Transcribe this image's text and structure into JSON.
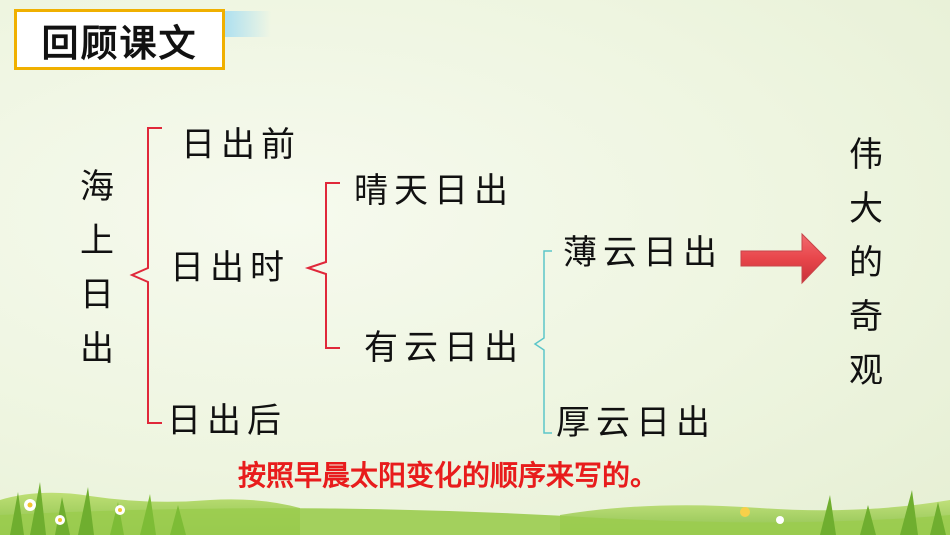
{
  "title": "回顾课文",
  "root": "海上日出",
  "stages": {
    "before": "日出前",
    "during": "日出时",
    "after": "日出后"
  },
  "during_types": {
    "clear": "晴天日出",
    "cloudy": "有云日出"
  },
  "cloudy_types": {
    "thin": "薄云日出",
    "thick": "厚云日出"
  },
  "conclusion": "伟大的奇观",
  "note": "按照早晨太阳变化的顺序来写的。",
  "colors": {
    "bracket_red": "#e0283a",
    "bracket_teal": "#5cc6c9",
    "arrow": "#e8464b",
    "title_border": "#f0b000",
    "note_red": "#e81c1c"
  }
}
